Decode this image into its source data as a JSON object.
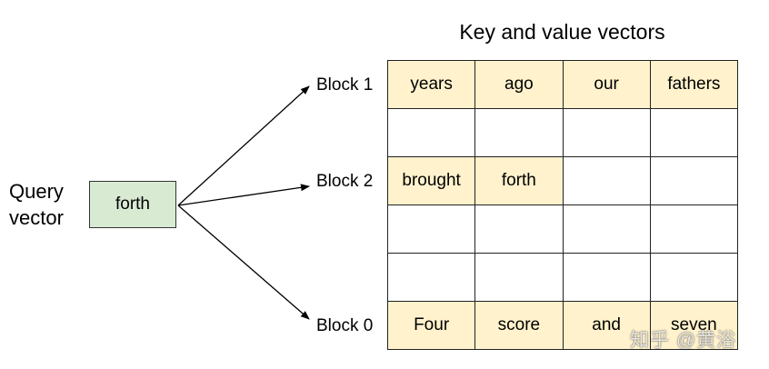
{
  "title": "Key and value vectors",
  "query": {
    "label_line1": "Query",
    "label_line2": "vector",
    "token": "forth"
  },
  "blocks": [
    {
      "label": "Block 1"
    },
    {
      "label": "Block 2"
    },
    {
      "label": "Block 0"
    }
  ],
  "grid": [
    [
      "years",
      "ago",
      "our",
      "fathers"
    ],
    [
      "",
      "",
      "",
      ""
    ],
    [
      "brought",
      "forth",
      "",
      ""
    ],
    [
      "",
      "",
      "",
      ""
    ],
    [
      "",
      "",
      "",
      ""
    ],
    [
      "Four",
      "score",
      "and",
      "seven"
    ]
  ],
  "filled_cells": [
    [
      true,
      true,
      true,
      true
    ],
    [
      false,
      false,
      false,
      false
    ],
    [
      true,
      true,
      false,
      false
    ],
    [
      false,
      false,
      false,
      false
    ],
    [
      false,
      false,
      false,
      false
    ],
    [
      true,
      true,
      true,
      true
    ]
  ],
  "colors": {
    "query_fill": "#d9ead3",
    "cell_fill": "#fff2cc",
    "border": "#222222"
  },
  "watermark": "知乎 @黄浴"
}
